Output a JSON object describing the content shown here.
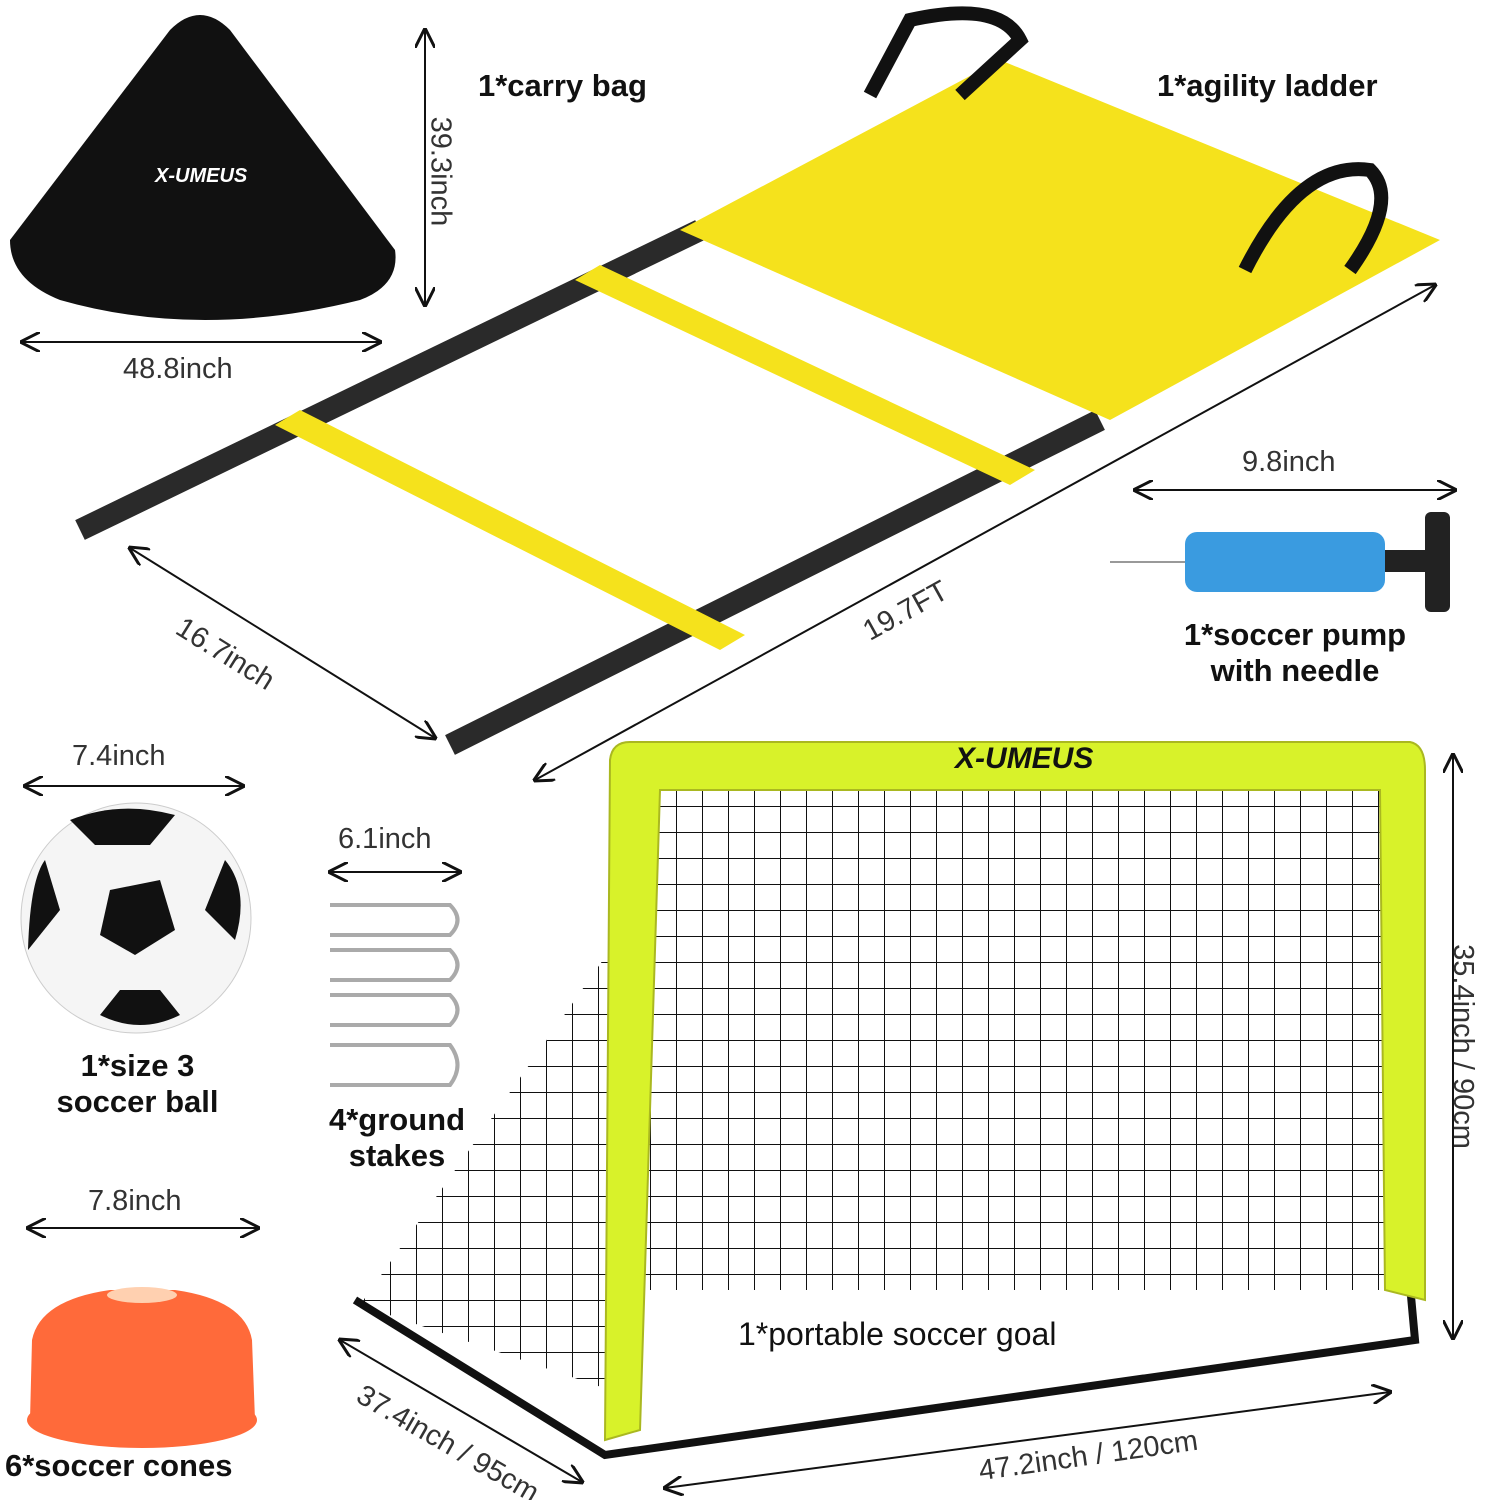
{
  "brand": {
    "logo_text": "X-UMEUS"
  },
  "items": {
    "carry_bag": {
      "label": "1*carry bag",
      "height": "39.3inch",
      "width": "48.8inch"
    },
    "agility_ladder": {
      "label": "1*agility ladder",
      "length": "19.7FT",
      "width": "16.7inch"
    },
    "pump": {
      "label": "1*soccer pump\nwith needle",
      "length": "9.8inch"
    },
    "ball": {
      "label": "1*size 3\nsoccer ball",
      "diameter": "7.4inch"
    },
    "stakes": {
      "label": "4*ground\nstakes",
      "length": "6.1inch"
    },
    "cones": {
      "label": "6*soccer cones",
      "diameter": "7.8inch"
    },
    "goal": {
      "label": "1*portable soccer goal",
      "height": "35.4inch / 90cm",
      "depth": "37.4inch / 95cm",
      "width": "47.2inch / 120cm"
    }
  },
  "colors": {
    "ladder_yellow": "#f5e21c",
    "goal_frame": "#d8f22a",
    "bag_black": "#111111",
    "pump_blue": "#3a9be0",
    "cone_orange": "#ff6a3a"
  }
}
